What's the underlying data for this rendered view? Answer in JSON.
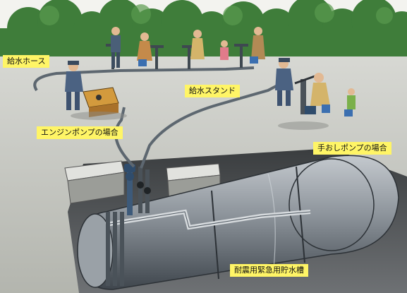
{
  "labels": {
    "water_hose": "給水ホース",
    "water_stand": "給水スタンド",
    "engine_pump": "エンジンポンプの場合",
    "hand_pump": "手おしポンプの場合",
    "tank": "耐震用緊急用貯水槽"
  },
  "colors": {
    "sky": "#f4f4f0",
    "trees": "#3f7d3a",
    "ground": "#c9cac4",
    "pipe": "#5d6770",
    "tank": "#8a9199",
    "label_bg": "#fff566"
  }
}
